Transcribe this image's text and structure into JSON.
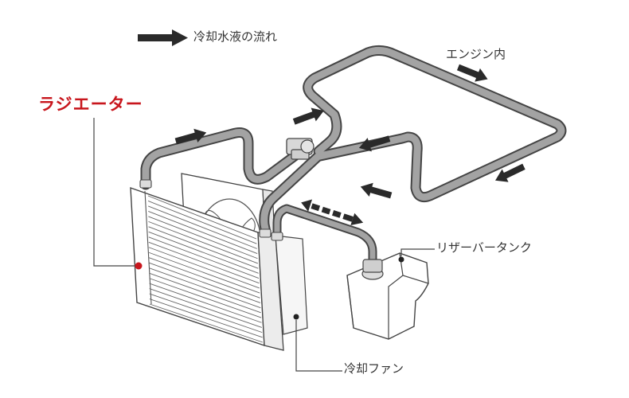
{
  "legend": {
    "label": "冷却水液の流れ",
    "arrow_icon": "arrow-right-icon"
  },
  "labels": {
    "engine": "エンジン内",
    "radiator": "ラジエーター",
    "reservoir_tank": "リザーバータンク",
    "cooling_fan": "冷却ファン"
  },
  "colors": {
    "radiator_label": "#c8161d",
    "pipe": "#9a9a9a",
    "arrow": "#2a2a2a",
    "leader_line": "#444444"
  }
}
